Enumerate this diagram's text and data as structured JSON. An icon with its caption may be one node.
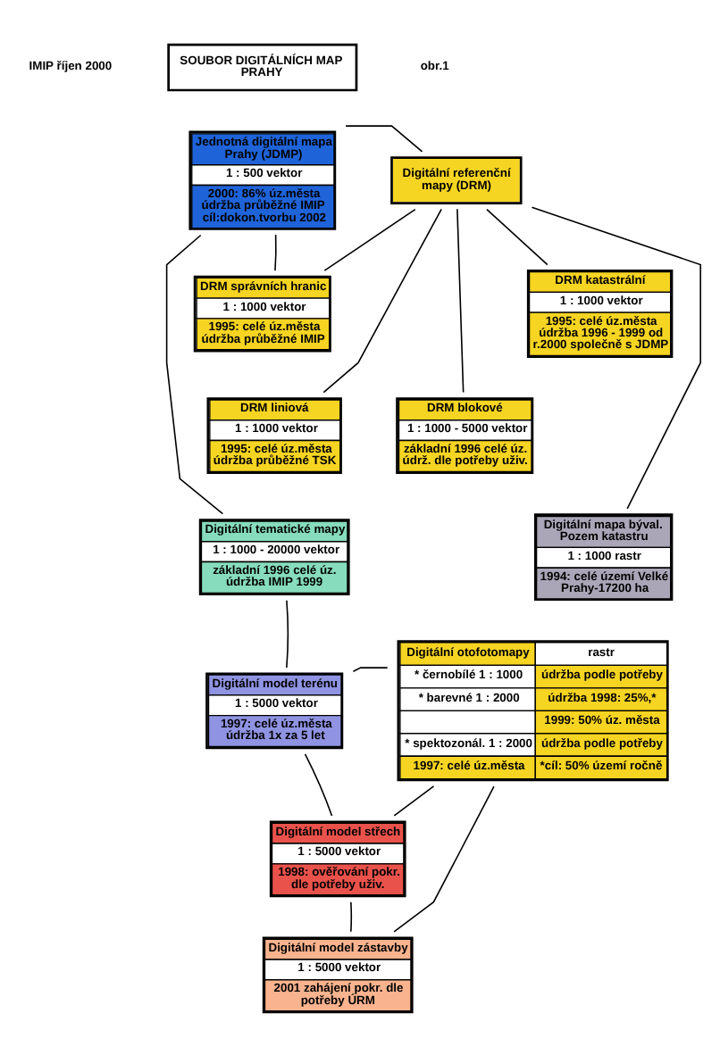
{
  "diagram": {
    "nodes": [
      {
        "text": [
          "SOUBOR DIGITÁLNÍCH MAP PRAHY"
        ]
      },
      {
        "text": [
          "Jednotná digitální mapa Prahy (JDMP)",
          "1 : 500 vektor",
          "2000: 86% úz.města údržba průběžné IMIP cíl:dokon.tvorbu 2002"
        ]
      },
      {
        "text": [
          "Digitální referenční mapy (DRM)"
        ]
      },
      {
        "text": [
          "DRM správních hranic",
          "1 : 1000 vektor",
          "1995: celé úz.města údržba průběžné IMIP"
        ]
      },
      {
        "text": [
          "DRM katastrální",
          "1 : 1000 vektor",
          "1995: celé úz.města údržba 1996 - 1999 od r.2000 společně s JDMP"
        ]
      },
      {
        "text": [
          "DRM liniová",
          "1 : 1000 vektor",
          "1995: celé úz.města údržba průběžné TSK"
        ]
      },
      {
        "text": [
          "DRM blokové",
          "1 : 1000 - 5000 vektor",
          "základní 1996 celé úz. údrž. dle potřeby uživ."
        ]
      },
      {
        "text": [
          "Digitální tematické mapy",
          "1 : 1000 - 20000 vektor",
          "základní 1996 celé úz. údržba IMIP 1999"
        ]
      },
      {
        "text": [
          "Digitální mapa býval. Pozem katastru",
          "1 : 1000 rastr",
          "1994: celé území Velké Prahy-17200 ha"
        ]
      },
      {
        "text": [
          "Digitální model terénu",
          "1 : 5000 vektor",
          "1997: celé úz.města údržba 1x za 5 let"
        ]
      },
      {
        "text": [
          "Digitální otofotomapy",
          "* černobílé 1 : 1000",
          "* barevné 1 : 2000",
          "* spektozonál. 1 : 2000",
          "1997: celé úz.města",
          "rastr",
          "údržba podle potřeby",
          "údržba 1998: 25%,*",
          "1999: 50% úz. města",
          "údržba podle potřeby",
          "*cíl: 50% území ročně"
        ]
      },
      {
        "text": [
          "Digitální model střech",
          "1 : 5000 vektor",
          "1998: ověřování pokr. dle potřeby uživ."
        ]
      },
      {
        "text": [
          "Digitální model zástavby",
          "1 : 5000 vektor",
          "2001 zahájení pokr. dle potřeby ÚRM"
        ]
      }
    ],
    "edges": [
      {
        "from": 1,
        "to": 2,
        "arrow": "none"
      },
      {
        "from": 1,
        "to": 3,
        "arrow": "none"
      },
      {
        "from": 2,
        "to": 3,
        "arrow": "none"
      },
      {
        "from": 2,
        "to": 4,
        "arrow": "none"
      },
      {
        "from": 2,
        "to": 5,
        "arrow": "none"
      },
      {
        "from": 2,
        "to": 6,
        "arrow": "none"
      },
      {
        "from": 2,
        "to": 8,
        "arrow": "none"
      },
      {
        "from": 1,
        "to": 7,
        "arrow": "none"
      },
      {
        "from": 7,
        "to": 9,
        "arrow": "none"
      },
      {
        "from": 9,
        "to": 10,
        "arrow": "none"
      },
      {
        "from": 9,
        "to": 11,
        "arrow": "none"
      },
      {
        "from": 10,
        "to": 11,
        "arrow": "none"
      },
      {
        "from": 11,
        "to": 12,
        "arrow": "none"
      },
      {
        "from": 10,
        "to": 12,
        "arrow": "none"
      }
    ],
    "labels": [
      "IMIP říjen 2000",
      "obr.1"
    ]
  }
}
